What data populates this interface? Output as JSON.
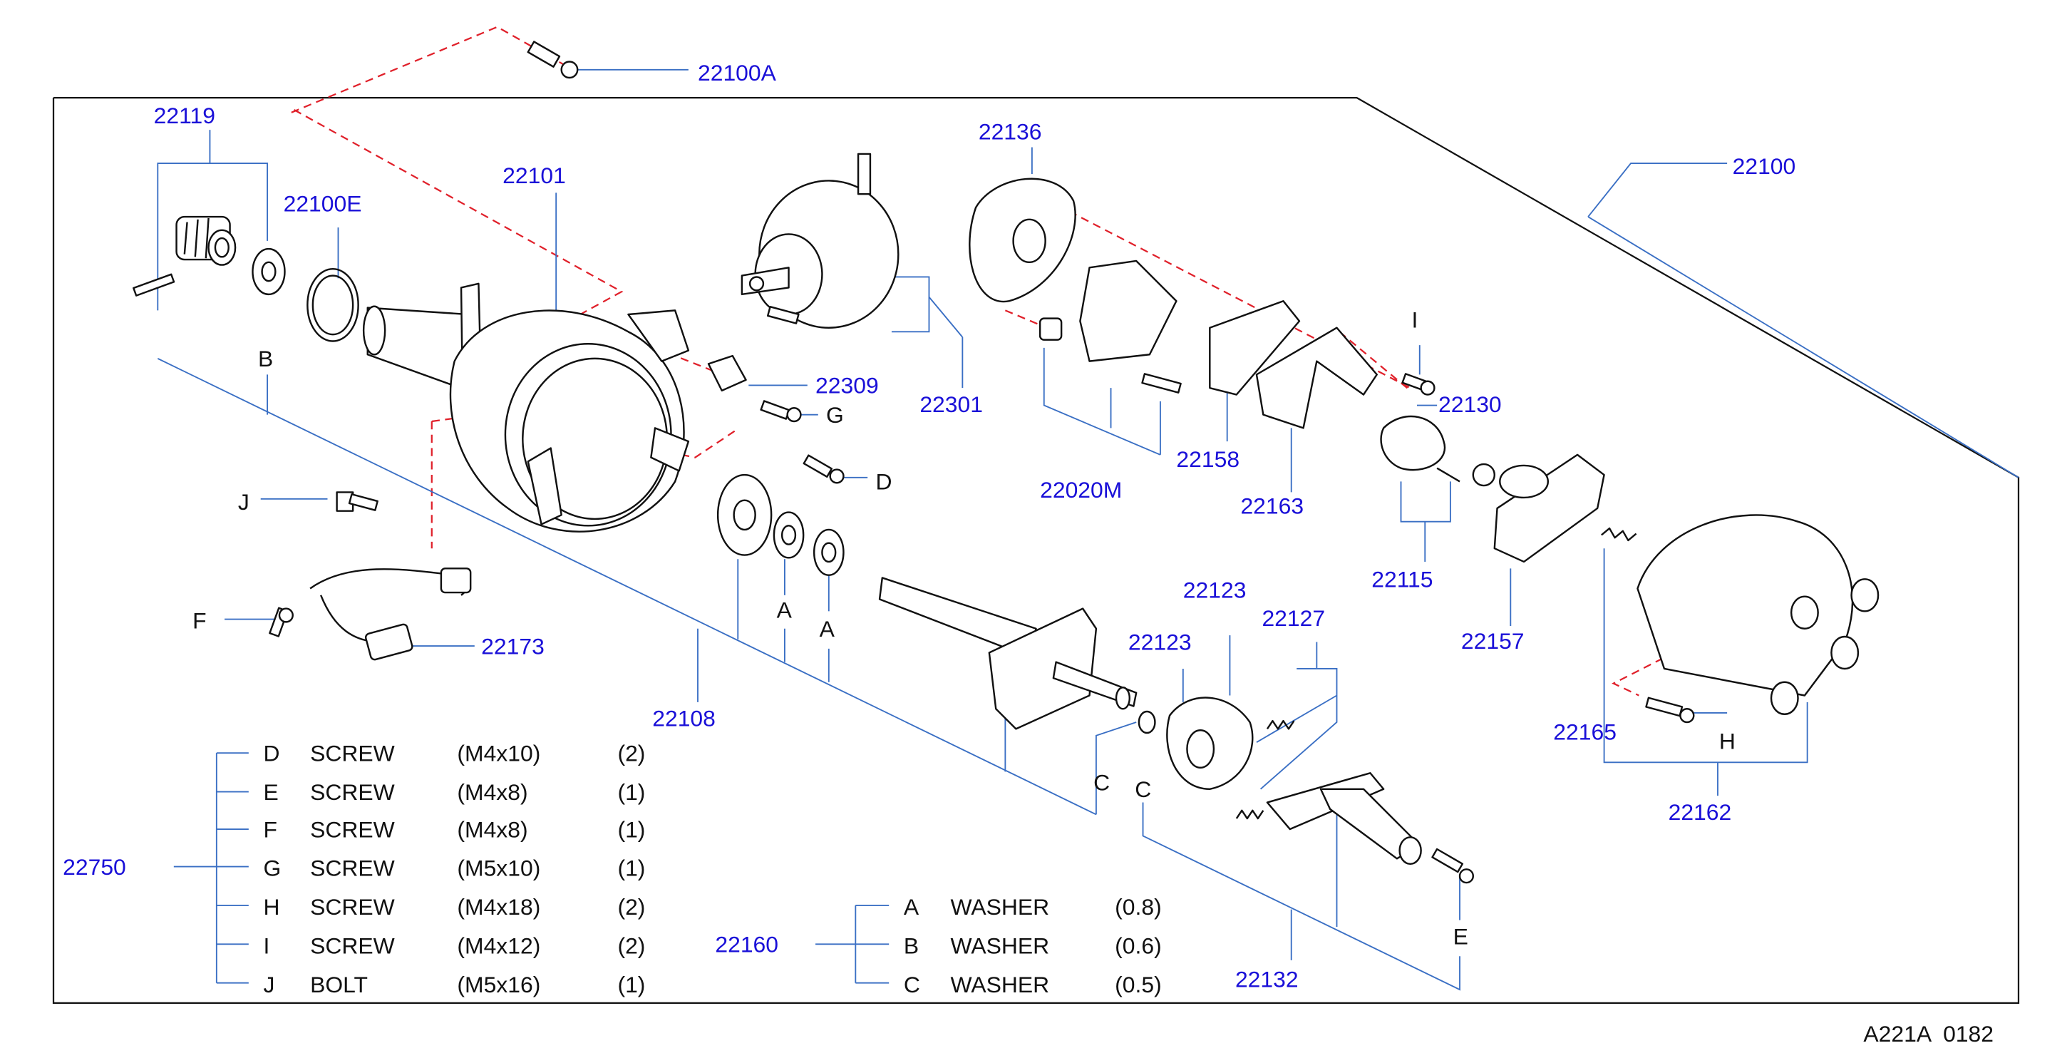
{
  "diagram_code": "A221A  0182",
  "colors": {
    "part_number": "#1a10d8",
    "leader": "#3a6fc4",
    "dash": "#e0202a",
    "ink": "#111111"
  },
  "part_labels": [
    {
      "id": "p22100A",
      "text": "22100A"
    },
    {
      "id": "p22100",
      "text": "22100"
    },
    {
      "id": "p22119",
      "text": "22119"
    },
    {
      "id": "p22100E",
      "text": "22100E"
    },
    {
      "id": "p22101",
      "text": "22101"
    },
    {
      "id": "p22136",
      "text": "22136"
    },
    {
      "id": "p22309",
      "text": "22309"
    },
    {
      "id": "p22301",
      "text": "22301"
    },
    {
      "id": "p22130",
      "text": "22130"
    },
    {
      "id": "p22020M",
      "text": "22020M"
    },
    {
      "id": "p22158",
      "text": "22158"
    },
    {
      "id": "p22163",
      "text": "22163"
    },
    {
      "id": "p22115",
      "text": "22115"
    },
    {
      "id": "p22157",
      "text": "22157"
    },
    {
      "id": "p22173",
      "text": "22173"
    },
    {
      "id": "p22108",
      "text": "22108"
    },
    {
      "id": "p22123a",
      "text": "22123"
    },
    {
      "id": "p22123b",
      "text": "22123"
    },
    {
      "id": "p22127",
      "text": "22127"
    },
    {
      "id": "p22165",
      "text": "22165"
    },
    {
      "id": "p22162",
      "text": "22162"
    },
    {
      "id": "p22132",
      "text": "22132"
    },
    {
      "id": "p22750",
      "text": "22750"
    },
    {
      "id": "p22160",
      "text": "22160"
    }
  ],
  "callout_letters": [
    {
      "id": "cB",
      "text": "B"
    },
    {
      "id": "cG",
      "text": "G"
    },
    {
      "id": "cD",
      "text": "D"
    },
    {
      "id": "cJ",
      "text": "J"
    },
    {
      "id": "cF",
      "text": "F"
    },
    {
      "id": "cA1",
      "text": "A"
    },
    {
      "id": "cA2",
      "text": "A"
    },
    {
      "id": "cI",
      "text": "I"
    },
    {
      "id": "cC1",
      "text": "C"
    },
    {
      "id": "cC2",
      "text": "C"
    },
    {
      "id": "cH",
      "text": "H"
    },
    {
      "id": "cE",
      "text": "E"
    }
  ],
  "hardware_list": {
    "kit_number": "22750",
    "rows": [
      {
        "code": "D",
        "name": "SCREW",
        "size": "(M4x10)",
        "qty": "(2)"
      },
      {
        "code": "E",
        "name": "SCREW",
        "size": "(M4x8)",
        "qty": "(1)"
      },
      {
        "code": "F",
        "name": "SCREW",
        "size": "(M4x8)",
        "qty": "(1)"
      },
      {
        "code": "G",
        "name": "SCREW",
        "size": "(M5x10)",
        "qty": "(1)"
      },
      {
        "code": "H",
        "name": "SCREW",
        "size": "(M4x18)",
        "qty": "(2)"
      },
      {
        "code": "I",
        "name": "SCREW",
        "size": "(M4x12)",
        "qty": "(2)"
      },
      {
        "code": "J",
        "name": "BOLT",
        "size": "(M5x16)",
        "qty": "(1)"
      }
    ]
  },
  "washer_list": {
    "kit_number": "22160",
    "rows": [
      {
        "code": "A",
        "name": "WASHER",
        "size": "(0.8)"
      },
      {
        "code": "B",
        "name": "WASHER",
        "size": "(0.6)"
      },
      {
        "code": "C",
        "name": "WASHER",
        "size": "(0.5)"
      }
    ]
  }
}
